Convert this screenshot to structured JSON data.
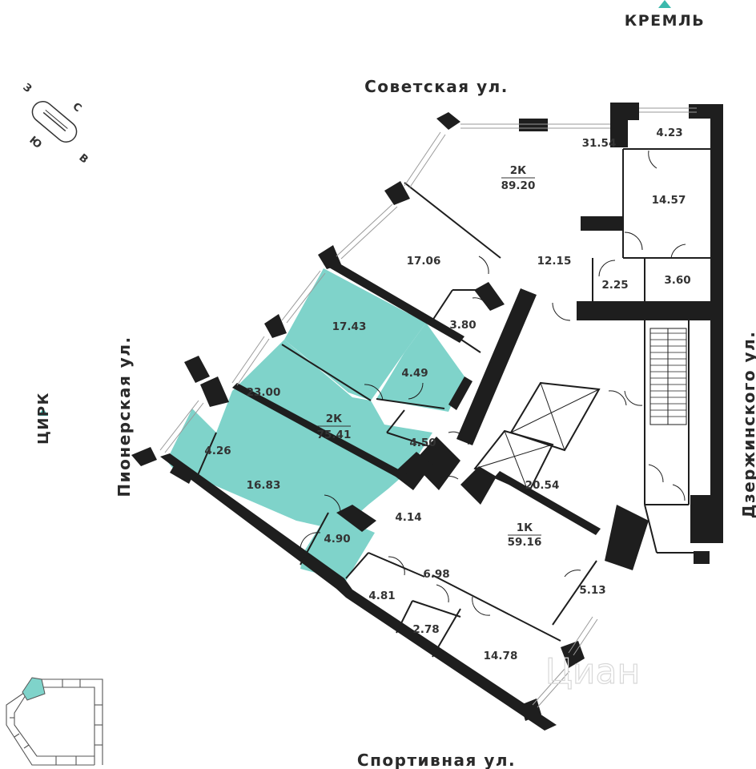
{
  "landmarks": {
    "kremlin": "КРЕМЛЬ",
    "circus": "ЦИРК"
  },
  "streets": {
    "top": "Советская ул.",
    "left": "Пионерская ул.",
    "right": "Дзержинского ул.",
    "bottom": "Спортивная ул."
  },
  "compass": {
    "n": "С",
    "s": "Ю",
    "e": "В",
    "w": "З"
  },
  "apartments": [
    {
      "type": "2К",
      "area": "89.20"
    },
    {
      "type": "2К",
      "area": "75.41"
    },
    {
      "type": "1К",
      "area": "59.16"
    }
  ],
  "rooms": {
    "r31_54": "31.54",
    "r4_23": "4.23",
    "r14_57": "14.57",
    "r17_06": "17.06",
    "r12_15": "12.15",
    "r2_25": "2.25",
    "r3_60": "3.60",
    "r3_80": "3.80",
    "r17_43": "17.43",
    "r23_00": "23.00",
    "r4_49": "4.49",
    "r4_50": "4.50",
    "r4_26": "4.26",
    "r16_83": "16.83",
    "r4_90": "4.90",
    "r4_14": "4.14",
    "r20_54": "20.54",
    "r6_98": "6.98",
    "r4_81": "4.81",
    "r2_78": "2.78",
    "r5_13": "5.13",
    "r14_78": "14.78"
  },
  "watermark": "Циан",
  "colors": {
    "highlight": "#7fd3ca",
    "wall": "#1e1e1e",
    "marker": "#3bb9ad"
  }
}
